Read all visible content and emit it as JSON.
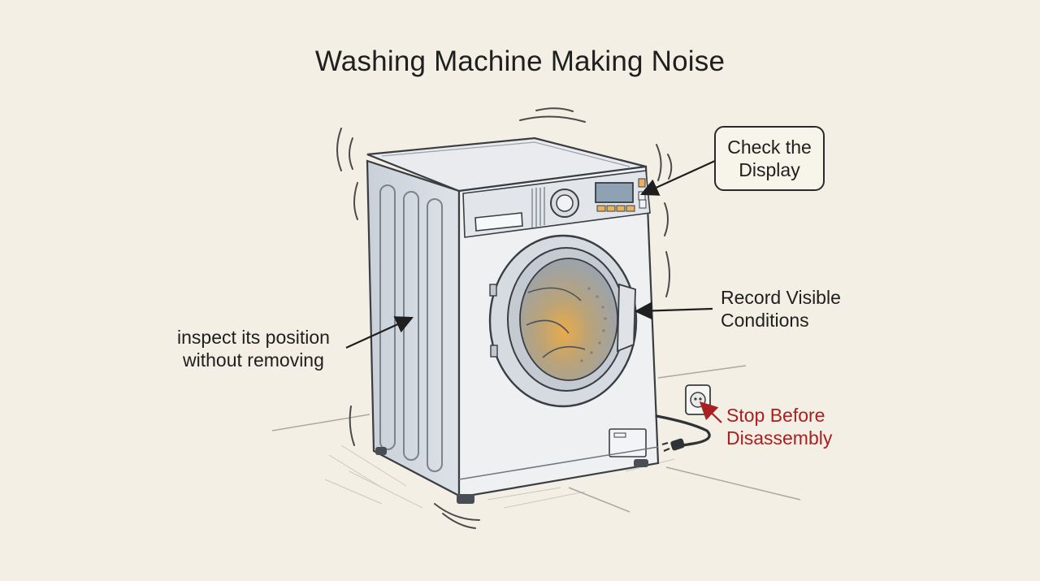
{
  "title": "Washing Machine Making Noise",
  "callouts": {
    "display": {
      "line1": "Check the",
      "line2": "Display"
    },
    "conditions": {
      "line1": "Record Visible",
      "line2": "Conditions"
    },
    "position": {
      "line1": "inspect its position",
      "line2": "without removing"
    },
    "stop": {
      "line1": "Stop Before",
      "line2": "Disassembly"
    }
  },
  "colors": {
    "background": "#f3efe4",
    "ink": "#1f1f1f",
    "warning": "#a8201f",
    "machine_body": "#dfe3e8",
    "drum_glow": "#e0a443"
  }
}
